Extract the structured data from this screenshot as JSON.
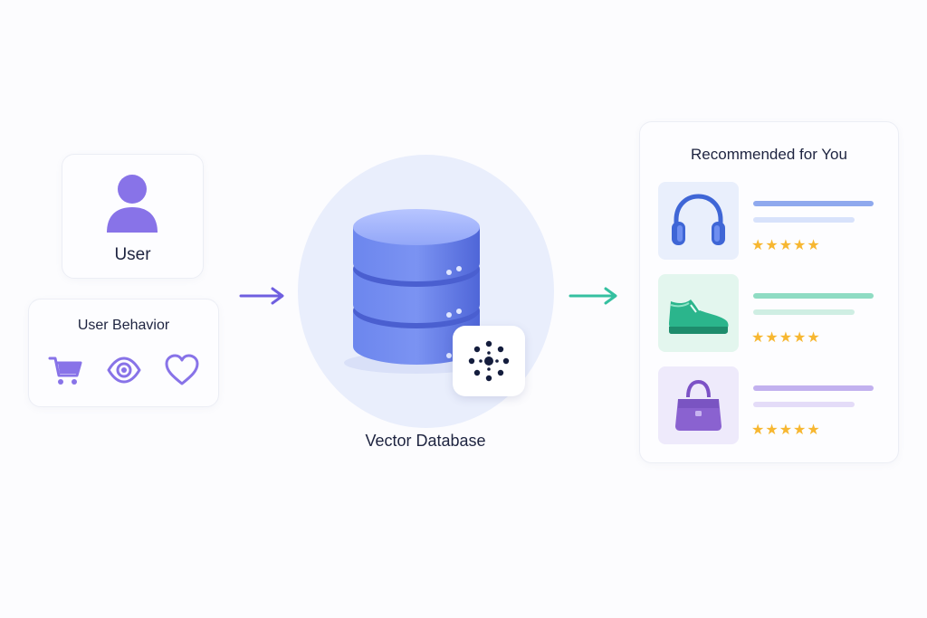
{
  "user": {
    "label": "User"
  },
  "behavior": {
    "title": "User Behavior",
    "icons": [
      "cart-icon",
      "eye-icon",
      "heart-icon"
    ]
  },
  "database": {
    "label": "Vector Database",
    "badge_icon": "vector-cluster-icon"
  },
  "recommendations": {
    "title": "Recommended for You",
    "items": [
      {
        "icon": "headphones-icon",
        "rating": 5,
        "color": "#4a74d8",
        "bg": "#e9effc"
      },
      {
        "icon": "sneaker-icon",
        "rating": 5,
        "color": "#2cbf8a",
        "bg": "#e3f6ee"
      },
      {
        "icon": "handbag-icon",
        "rating": 5,
        "color": "#8a62d0",
        "bg": "#eeeafb"
      }
    ]
  },
  "colors": {
    "accent_purple": "#8873e8",
    "accent_green": "#35c0a0",
    "database_blue": "#5d75e4",
    "star": "#f7b731"
  }
}
